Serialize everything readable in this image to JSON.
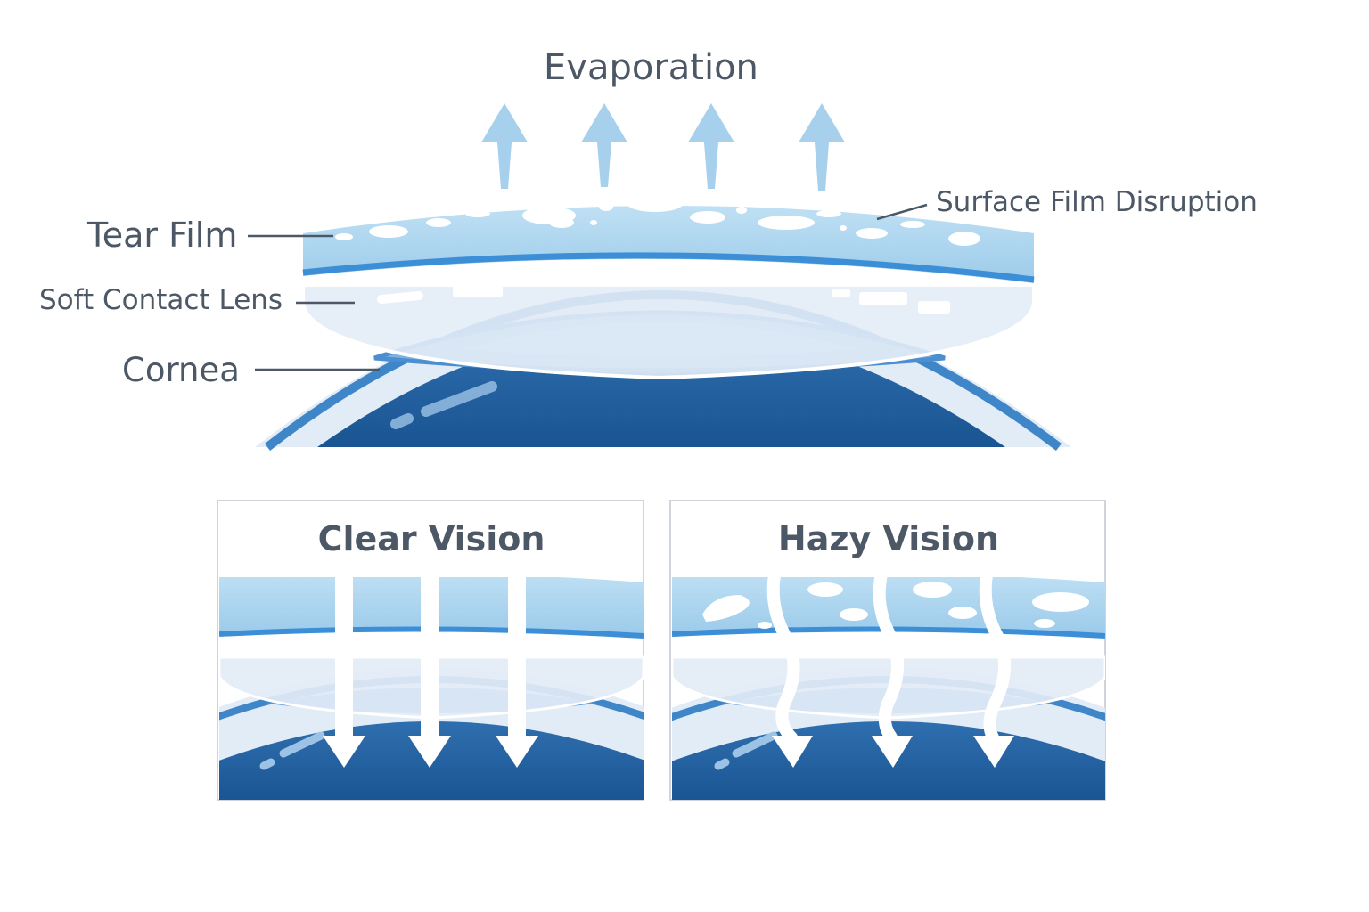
{
  "diagram": {
    "title": "Evaporation",
    "labels": {
      "tear_film": "Tear Film",
      "soft_contact_lens": "Soft Contact Lens",
      "cornea": "Cornea",
      "surface_film_disruption": "Surface Film Disruption"
    },
    "panels": [
      {
        "title": "Clear Vision",
        "light_rays": "straight"
      },
      {
        "title": "Hazy Vision",
        "light_rays": "wavy"
      }
    ]
  },
  "colors": {
    "text": "#4d5866",
    "tear_film": "#a9d3ee",
    "tear_film_edge": "#3f8fd6",
    "lens": "#e6eef7",
    "cornea_dark": "#1f5fa0",
    "cornea_mid": "#3a7cc0",
    "arrow": "#a6d0ec"
  }
}
